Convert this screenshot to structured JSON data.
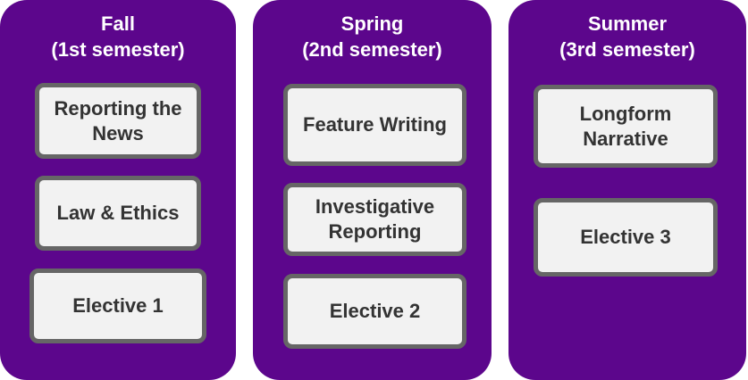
{
  "colors": {
    "column_bg": "#5c068c",
    "card_bg": "#f2f2f2",
    "card_border": "#666666",
    "card_text": "#333333",
    "title_text": "#ffffff"
  },
  "semesters": [
    {
      "title_line1": "Fall",
      "title_line2": "(1st semester)",
      "courses": [
        {
          "line1": "Reporting the",
          "line2": "News"
        },
        {
          "line1": "Law & Ethics"
        },
        {
          "line1": "Elective 1"
        }
      ]
    },
    {
      "title_line1": "Spring",
      "title_line2": "(2nd semester)",
      "courses": [
        {
          "line1": "Feature Writing"
        },
        {
          "line1": "Investigative",
          "line2": "Reporting"
        },
        {
          "line1": "Elective 2"
        }
      ]
    },
    {
      "title_line1": "Summer",
      "title_line2": "(3rd semester)",
      "courses": [
        {
          "line1": "Longform",
          "line2": "Narrative"
        },
        {
          "line1": "Elective 3"
        }
      ]
    }
  ]
}
